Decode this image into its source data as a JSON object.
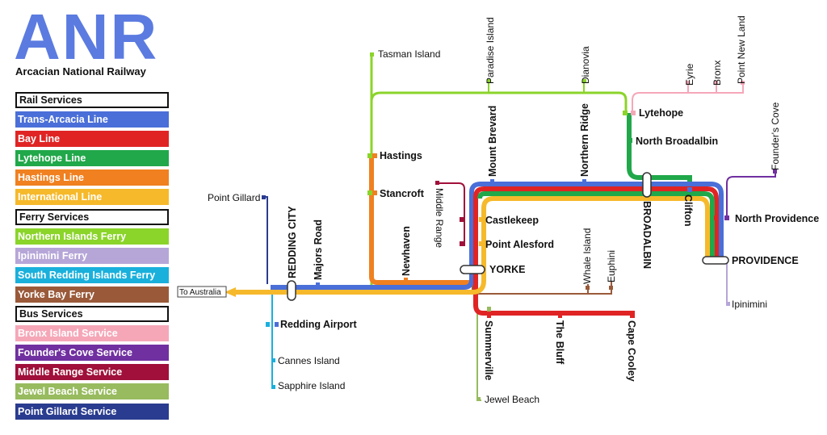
{
  "logo": {
    "abbr": "ANR",
    "name": "Arcacian National Railway"
  },
  "legend": [
    {
      "label": "Rail Services",
      "kind": "header"
    },
    {
      "label": "Trans-Arcacia Line",
      "color": "#4a6fd8"
    },
    {
      "label": "Bay Line",
      "color": "#e02424"
    },
    {
      "label": "Lytehope Line",
      "color": "#20a84a"
    },
    {
      "label": "Hastings Line",
      "color": "#f08020"
    },
    {
      "label": "International Line",
      "color": "#f6b92b"
    },
    {
      "label": "Ferry Services",
      "kind": "header"
    },
    {
      "label": "Northern Islands Ferry",
      "color": "#8bd42a"
    },
    {
      "label": "Ipinimini Ferry",
      "color": "#b6a6d8"
    },
    {
      "label": "South Redding Islands Ferry",
      "color": "#1ab0dc"
    },
    {
      "label": "Yorke Bay Ferry",
      "color": "#9a5a3a"
    },
    {
      "label": "Bus Services",
      "kind": "header"
    },
    {
      "label": "Bronx Island Service",
      "color": "#f5a7b8"
    },
    {
      "label": "Founder's Cove Service",
      "color": "#7030a0"
    },
    {
      "label": "Middle Range Service",
      "color": "#a0103a"
    },
    {
      "label": "Jewel Beach Service",
      "color": "#97bb5e"
    },
    {
      "label": "Point Gillard Service",
      "color": "#2a3c90"
    }
  ],
  "stations": {
    "tasman_island": "Tasman Island",
    "paradise_island": "Paradise Island",
    "dianovia": "Dianovia",
    "eyrie": "Eyrie",
    "bronx": "Bronx",
    "point_new_land": "Point New Land",
    "lytehope": "Lytehope",
    "north_broadalbin": "North Broadalbin",
    "founders_cove": "Founder's Cove",
    "hastings": "Hastings",
    "stancroft": "Stancroft",
    "mount_brevard": "Mount Brevard",
    "northern_ridge": "Northern Ridge",
    "middle_range": "Middle Range",
    "point_gillard": "Point Gillard",
    "redding_city": "REDDING CITY",
    "majors_road": "Majors Road",
    "newhaven": "Newhaven",
    "castlekeep": "Castlekeep",
    "point_alesford": "Point Alesford",
    "yorke": "YORKE",
    "whale_island": "Whale Island",
    "euphini": "Euphini",
    "broadalbin": "BROADALBIN",
    "clifton": "Clifton",
    "north_providence": "North Providence",
    "providence": "PROVIDENCE",
    "ipinimini": "Ipinimini",
    "to_australia": "To Australia",
    "redding_airport": "Redding Airport",
    "cannes_island": "Cannes Island",
    "sapphire_island": "Sapphire Island",
    "summerville": "Summerville",
    "the_bluff": "The Bluff",
    "cape_cooley": "Cape Cooley",
    "jewel_beach": "Jewel Beach"
  }
}
